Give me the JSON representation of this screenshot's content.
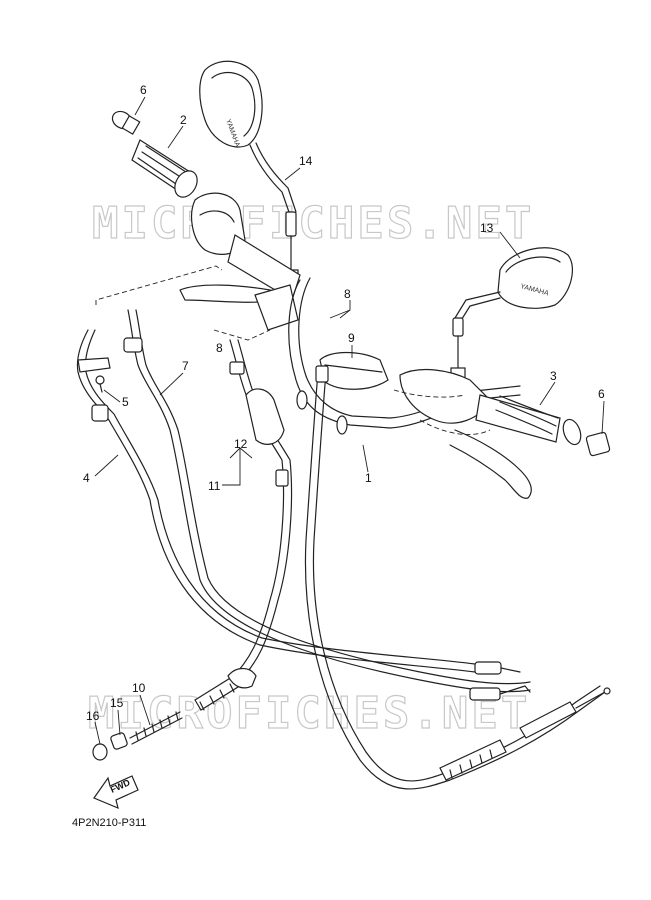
{
  "watermark": "MICROFICHES.NET",
  "mirror_brand": "YAMAHA",
  "fwd_label": "FWD",
  "diagram_code": "4P2N210-P311",
  "callouts": {
    "c1": "1",
    "c2": "2",
    "c3": "3",
    "c4": "4",
    "c5": "5",
    "c6a": "6",
    "c6b": "6",
    "c7": "7",
    "c8a": "8",
    "c8b": "8",
    "c9": "9",
    "c10": "10",
    "c11": "11",
    "c12": "12",
    "c13": "13",
    "c14": "14",
    "c15": "15",
    "c16": "16"
  }
}
